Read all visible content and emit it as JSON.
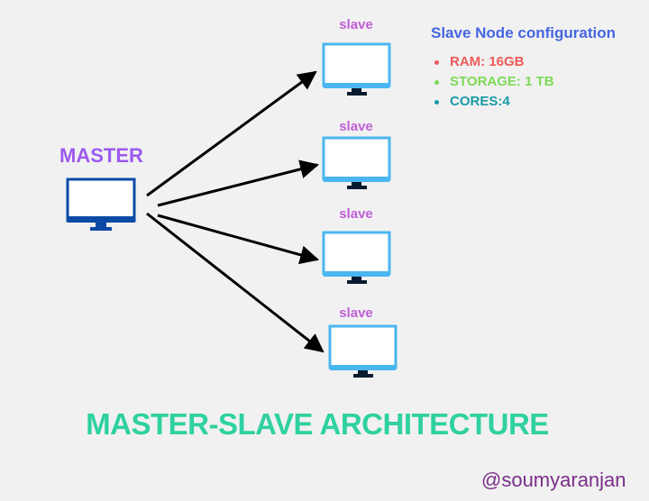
{
  "master": {
    "label": "MASTER"
  },
  "slaves": [
    {
      "label": "slave"
    },
    {
      "label": "slave"
    },
    {
      "label": "slave"
    },
    {
      "label": "slave"
    }
  ],
  "config": {
    "title": "Slave Node configuration",
    "items": [
      {
        "text": "RAM: 16GB",
        "color": "#ee5a5a"
      },
      {
        "text": "STORAGE: 1 TB",
        "color": "#7ed957"
      },
      {
        "text": "CORES:4",
        "color": "#1a9aa8"
      }
    ]
  },
  "title": "MASTER-SLAVE ARCHITECTURE",
  "handle": "@soumyaranjan",
  "colors": {
    "master_monitor": "#0c4aa6",
    "slave_monitor": "#4ab6f0",
    "arrow": "#000000"
  },
  "icons": {
    "master": "desktop-monitor-icon",
    "slave": "desktop-monitor-icon"
  }
}
